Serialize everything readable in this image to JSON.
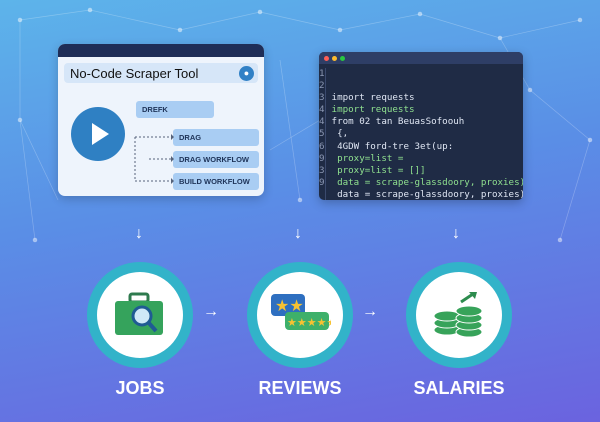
{
  "tool_card": {
    "title": "No-Code Scraper Tool",
    "items": [
      "DREFK",
      "DRAG",
      "DRAG WORKFLOW",
      "BUILD WORKFLOW"
    ]
  },
  "code": {
    "line_numbers": [
      "1",
      "2",
      "3",
      "4",
      "4",
      "5",
      "6",
      "9",
      "3",
      "9"
    ],
    "lines": [
      "import requests",
      "import requests",
      "from 02 tan BeuasSofoouh",
      " {,",
      " 4GDW ford-tre 3et(up:",
      " proxy=list =",
      " proxy=list = []]",
      " data = scrape-glassdoory, proxies)",
      " data = scrape-glassdoory, proxies)",
      " },"
    ]
  },
  "categories": [
    "JOBS",
    "REVIEWS",
    "SALARIES"
  ],
  "colors": {
    "ring": "#32b3c9",
    "dark": "#1f2b45"
  }
}
